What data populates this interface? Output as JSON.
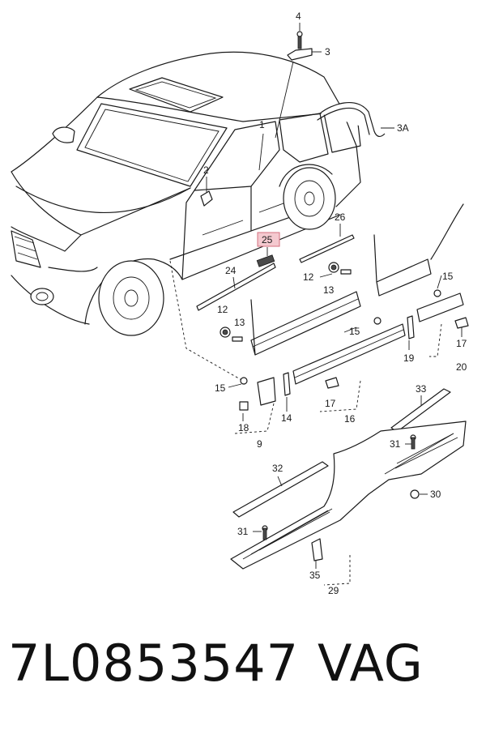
{
  "callouts": [
    {
      "id": "4",
      "text": "4"
    },
    {
      "id": "3",
      "text": "3"
    },
    {
      "id": "3A",
      "text": "3A"
    },
    {
      "id": "1",
      "text": "1"
    },
    {
      "id": "2",
      "text": "2"
    },
    {
      "id": "26",
      "text": "26"
    },
    {
      "id": "25",
      "text": "25",
      "highlighted": true
    },
    {
      "id": "24",
      "text": "24"
    },
    {
      "id": "12a",
      "text": "12"
    },
    {
      "id": "13a",
      "text": "13"
    },
    {
      "id": "15a",
      "text": "15"
    },
    {
      "id": "12b",
      "text": "12"
    },
    {
      "id": "13b",
      "text": "13"
    },
    {
      "id": "15b",
      "text": "15"
    },
    {
      "id": "19",
      "text": "19"
    },
    {
      "id": "17a",
      "text": "17"
    },
    {
      "id": "20",
      "text": "20"
    },
    {
      "id": "15c",
      "text": "15"
    },
    {
      "id": "18",
      "text": "18"
    },
    {
      "id": "9",
      "text": "9"
    },
    {
      "id": "14",
      "text": "14"
    },
    {
      "id": "17b",
      "text": "17"
    },
    {
      "id": "16",
      "text": "16"
    },
    {
      "id": "33",
      "text": "33"
    },
    {
      "id": "31a",
      "text": "31"
    },
    {
      "id": "30",
      "text": "30"
    },
    {
      "id": "32",
      "text": "32"
    },
    {
      "id": "31b",
      "text": "31"
    },
    {
      "id": "35",
      "text": "35"
    },
    {
      "id": "29",
      "text": "29"
    }
  ],
  "footer": {
    "part_number": "7L0853547",
    "brand": "VAG"
  },
  "colors": {
    "line": "#1a1a1a",
    "highlight_fill": "#f4c9cf",
    "highlight_stroke": "#d4707f"
  }
}
